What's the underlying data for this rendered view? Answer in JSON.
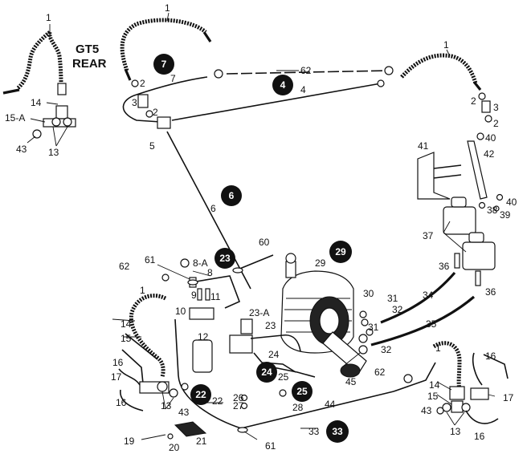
{
  "diagram": {
    "title_line1": "GT5",
    "title_line2": "REAR",
    "labels": {
      "l1a": "1",
      "l1b": "1",
      "l1c": "1",
      "l1d": "1",
      "l1e": "1",
      "l2a": "2",
      "l2b": "2",
      "l2c": "2",
      "l2d": "2",
      "l3a": "3",
      "l3b": "3",
      "l4": "4",
      "l5": "5",
      "l6": "6",
      "l7": "7",
      "l8": "8",
      "l8a": "8-A",
      "l9": "9",
      "l10": "10",
      "l11": "11",
      "l12": "12",
      "l13a": "13",
      "l13b": "13",
      "l13c": "13",
      "l14a": "14",
      "l14b": "14",
      "l14c": "14",
      "l15a": "15-A",
      "l15b": "15",
      "l15c": "15",
      "l16a": "16",
      "l16b": "16",
      "l16c": "16",
      "l16d": "16",
      "l17a": "17",
      "l17b": "17",
      "l19": "19",
      "l20": "20",
      "l21": "21",
      "l22": "22",
      "l23": "23",
      "l23a": "23-A",
      "l24": "24",
      "l25": "25",
      "l26": "26",
      "l27": "27",
      "l28": "28",
      "l29": "29",
      "l30": "30",
      "l31a": "31",
      "l31b": "31",
      "l32a": "32",
      "l32b": "32",
      "l33": "33",
      "l34": "34",
      "l35": "35",
      "l36a": "36",
      "l36b": "36",
      "l37": "37",
      "l38": "38",
      "l39": "39",
      "l40a": "40",
      "l40b": "40",
      "l41": "41",
      "l42": "42",
      "l43a": "43",
      "l43b": "43",
      "l43c": "43",
      "l44": "44",
      "l45": "45",
      "l60": "60",
      "l61a": "61",
      "l61b": "61",
      "l62a": "62",
      "l62b": "62",
      "l62c": "62"
    },
    "badges": {
      "b4": "4",
      "b6": "6",
      "b7": "7",
      "b22": "22",
      "b23": "23",
      "b24": "24",
      "b25": "25",
      "b29": "29",
      "b33": "33"
    }
  }
}
